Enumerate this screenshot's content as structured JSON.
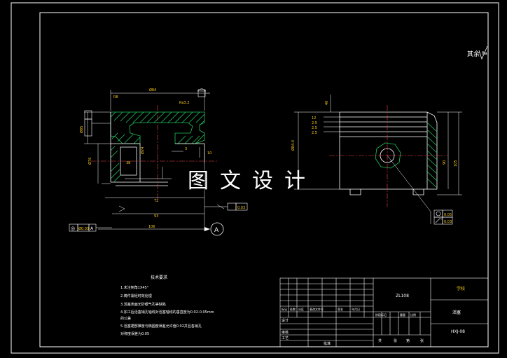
{
  "drawing": {
    "title_annotation": "其余",
    "roughness_symbol": "Ra",
    "watermark": "图文设计",
    "datum_label": "A",
    "tolerance_boxes": {
      "left_bottom": [
        "◎",
        "Ø0.03",
        "A"
      ],
      "right_round": "0.05",
      "right_cyl": "0.03",
      "mid_flat": "0.03"
    },
    "tech_requirements": {
      "title": "技术要求",
      "lines": [
        "1.未注倒角1X45°",
        "2.铸件需经时效处理",
        "3.活塞表面无砂眼气孔等缺陷",
        "4.加工后活塞销孔轴线对活塞轴线的垂直度为0.02-0.05mm",
        "   的公差",
        "5.活塞裙部锥度与椭圆度误差允许值0.02并且各销孔",
        "   对称度误差为0.05"
      ]
    },
    "title_block": {
      "part_name": "活塞",
      "material": "ZL108",
      "org": "学校",
      "drawing_no": "HXJ-08",
      "row_labels": [
        "标记",
        "处数",
        "分区",
        "更改文件号",
        "签名",
        "年月日"
      ],
      "role_labels": [
        "设计",
        "审核",
        "工艺",
        "批准"
      ],
      "stage_labels": [
        "阶段标记",
        "重量",
        "比例"
      ],
      "sheet_labels": [
        "共",
        "张",
        "第",
        "张"
      ]
    }
  }
}
